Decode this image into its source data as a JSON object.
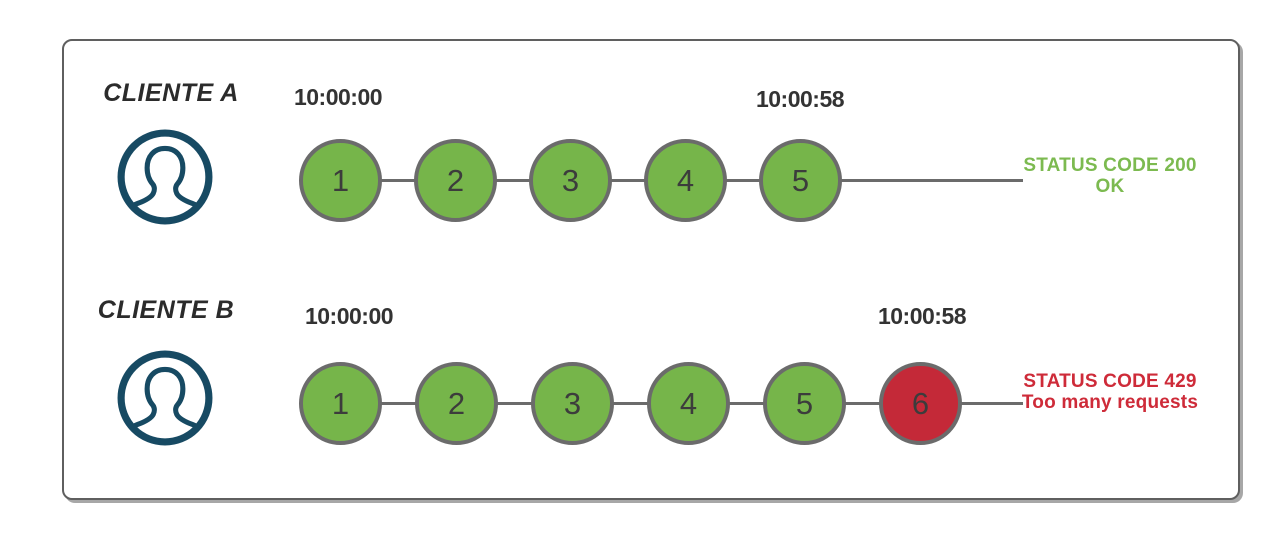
{
  "diagram_title": "rate-limit-clients-diagram",
  "colors": {
    "request_ok_green": "#76b54a",
    "request_blocked_red": "#c42938",
    "status_ok_text_green": "#7cba50",
    "status_error_text_red": "#ce2b39",
    "avatar_navy": "#174a63",
    "line_gray": "#6b6b6b",
    "frame_border_gray": "#5f5f5f"
  },
  "clients": [
    {
      "name": "CLIENTE A",
      "avatar_icon": "user-avatar",
      "start_time": "10:00:00",
      "end_time": "10:00:58",
      "requests": [
        "1",
        "2",
        "3",
        "4",
        "5"
      ],
      "status_code_text": "STATUS CODE 200",
      "status_message": "OK"
    },
    {
      "name": "CLIENTE B",
      "avatar_icon": "user-avatar",
      "start_time": "10:00:00",
      "end_time": "10:00:58",
      "requests": [
        "1",
        "2",
        "3",
        "4",
        "5",
        "6"
      ],
      "status_code_text": "STATUS CODE 429",
      "status_message": "Too many requests"
    }
  ]
}
